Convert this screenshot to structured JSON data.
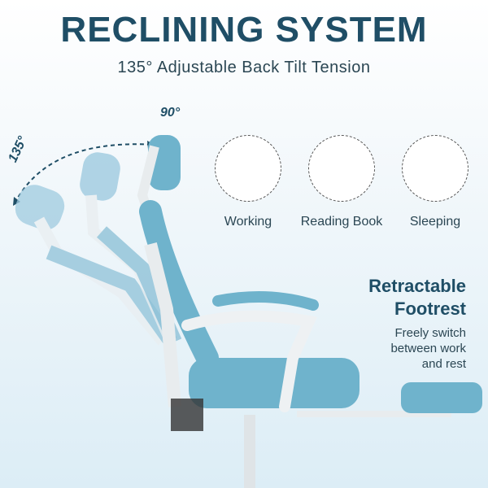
{
  "header": {
    "title": "RECLINING SYSTEM",
    "subtitle": "135° Adjustable Back Tilt Tension"
  },
  "angles": {
    "start": "135°",
    "end": "90°"
  },
  "modes": [
    {
      "label": "Working",
      "icon": "working-icon"
    },
    {
      "label": "Reading Book",
      "icon": "reading-icon"
    },
    {
      "label": "Sleeping",
      "icon": "sleeping-icon"
    }
  ],
  "feature": {
    "title_line1": "Retractable",
    "title_line2": "Footrest",
    "desc_line1": "Freely switch",
    "desc_line2": "between work",
    "desc_line3": "and rest"
  },
  "colors": {
    "title": "#1f4e66",
    "fabric": "#6fb3cc",
    "frame": "#e8ecee"
  }
}
